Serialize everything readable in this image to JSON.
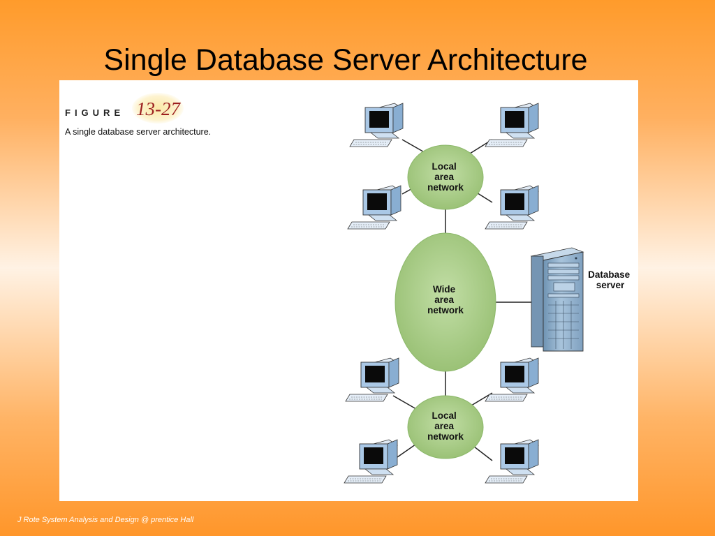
{
  "slide": {
    "title": "Single Database Server Architecture",
    "footer": "J Rote System Analysis and Design @ prentice Hall"
  },
  "figure": {
    "label": "FIGURE",
    "number": "13-27",
    "caption": "A single database server architecture."
  },
  "diagram": {
    "lan_top": [
      "Local",
      "area",
      "network"
    ],
    "wan": [
      "Wide",
      "area",
      "network"
    ],
    "lan_bottom": [
      "Local",
      "area",
      "network"
    ],
    "server": [
      "Database",
      "server"
    ]
  },
  "colors": {
    "network_green": "#a9cd86",
    "monitor_blue": "#aac8e6",
    "server_blue": "#92b2cc"
  }
}
